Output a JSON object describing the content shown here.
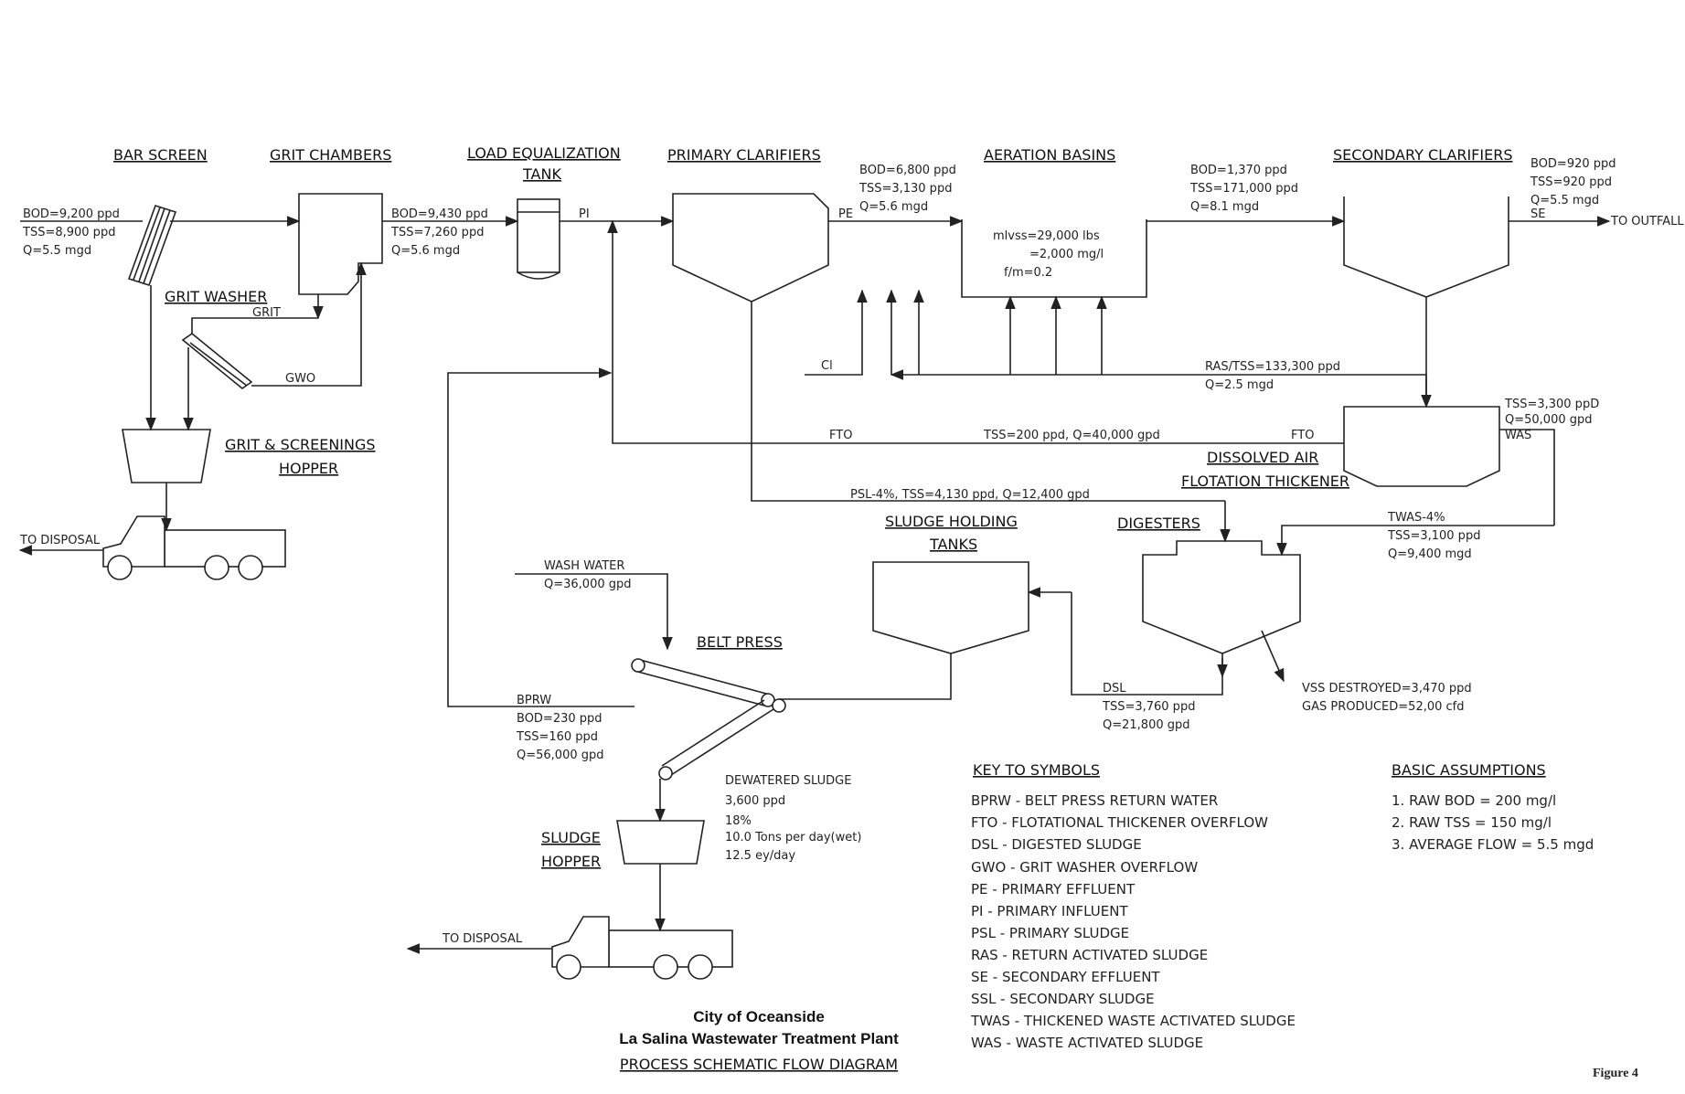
{
  "units": {
    "bar_screen": "BAR SCREEN",
    "grit_chambers": "GRIT CHAMBERS",
    "load_eq_1": "LOAD EQUALIZATION",
    "load_eq_2": "TANK",
    "primary_clarifiers": "PRIMARY CLARIFIERS",
    "aeration_basins": "AERATION BASINS",
    "secondary_clarifiers": "SECONDARY CLARIFIERS",
    "grit_washer": "GRIT WASHER",
    "grit_hopper_1": "GRIT & SCREENINGS",
    "grit_hopper_2": "HOPPER",
    "daf_1": "DISSOLVED AIR",
    "daf_2": "FLOTATION THICKENER",
    "sludge_tanks_1": "SLUDGE HOLDING",
    "sludge_tanks_2": "TANKS",
    "digesters": "DIGESTERS",
    "belt_press": "BELT PRESS",
    "sludge_hopper_1": "SLUDGE",
    "sludge_hopper_2": "HOPPER"
  },
  "flows": {
    "raw": [
      "BOD=9,200 ppd",
      "TSS=8,900 ppd",
      "Q=5.5 mgd"
    ],
    "grit_out": [
      "BOD=9,430 ppd",
      "TSS=7,260 ppd",
      "Q=5.6 mgd"
    ],
    "pe": [
      "BOD=6,800 ppd",
      "TSS=3,130 ppd",
      "Q=5.6 mgd"
    ],
    "aer_out": [
      "BOD=1,370 ppd",
      "TSS=171,000 ppd",
      "Q=8.1 mgd"
    ],
    "se": [
      "BOD=920 ppd",
      "TSS=920 ppd",
      "Q=5.5 mgd"
    ],
    "mlvss": [
      "mlvss=29,000 lbs",
      "=2,000 mg/l",
      "f/m=0.2"
    ],
    "ras": [
      "RAS/TSS=133,300 ppd",
      "Q=2.5 mgd"
    ],
    "was": [
      "TSS=3,300 ppD",
      "Q=50,000 gpd",
      "WAS"
    ],
    "fto": "TSS=200 ppd, Q=40,000 gpd",
    "psl": "PSL-4%, TSS=4,130 ppd, Q=12,400 gpd",
    "twas": [
      "TWAS-4%",
      "TSS=3,100 ppd",
      "Q=9,400 mgd"
    ],
    "wash_water": [
      "WASH WATER",
      "Q=36,000 gpd"
    ],
    "bprw": [
      "BPRW",
      "BOD=230 ppd",
      "TSS=160 ppd",
      "Q=56,000 gpd"
    ],
    "dsl": [
      "DSL",
      "TSS=3,760 ppd",
      "Q=21,800 gpd"
    ],
    "vss": [
      "VSS DESTROYED=3,470 ppd",
      "GAS PRODUCED=52,00 cfd"
    ],
    "dewatered": [
      "DEWATERED SLUDGE",
      "3,600 ppd",
      "18%",
      "10.0 Tons per day(wet)",
      "12.5 ey/day"
    ]
  },
  "tags": {
    "pi": "PI",
    "pe": "PE",
    "se": "SE",
    "to_outfall": "TO OUTFALL",
    "grit": "GRIT",
    "gwo": "GWO",
    "cl": "Cl",
    "fto_left": "FTO",
    "fto_right": "FTO",
    "to_disposal_1": "TO DISPOSAL",
    "to_disposal_2": "TO DISPOSAL"
  },
  "key": {
    "title": "KEY TO SYMBOLS",
    "items": [
      "BPRW - BELT PRESS RETURN WATER",
      "FTO - FLOTATIONAL THICKENER OVERFLOW",
      "DSL - DIGESTED SLUDGE",
      "GWO - GRIT WASHER OVERFLOW",
      "PE - PRIMARY EFFLUENT",
      "PI - PRIMARY INFLUENT",
      "PSL - PRIMARY SLUDGE",
      "RAS - RETURN ACTIVATED SLUDGE",
      "SE - SECONDARY EFFLUENT",
      "SSL - SECONDARY SLUDGE",
      "TWAS - THICKENED WASTE ACTIVATED SLUDGE",
      "WAS - WASTE ACTIVATED SLUDGE"
    ]
  },
  "assumptions": {
    "title": "BASIC ASSUMPTIONS",
    "items": [
      "1. RAW BOD = 200 mg/l",
      "2. RAW TSS = 150 mg/l",
      "3. AVERAGE FLOW = 5.5 mgd"
    ]
  },
  "footer": {
    "line1": "City of Oceanside",
    "line2": "La Salina Wastewater Treatment Plant",
    "line3": "PROCESS SCHEMATIC FLOW DIAGRAM",
    "figure": "Figure 4"
  }
}
